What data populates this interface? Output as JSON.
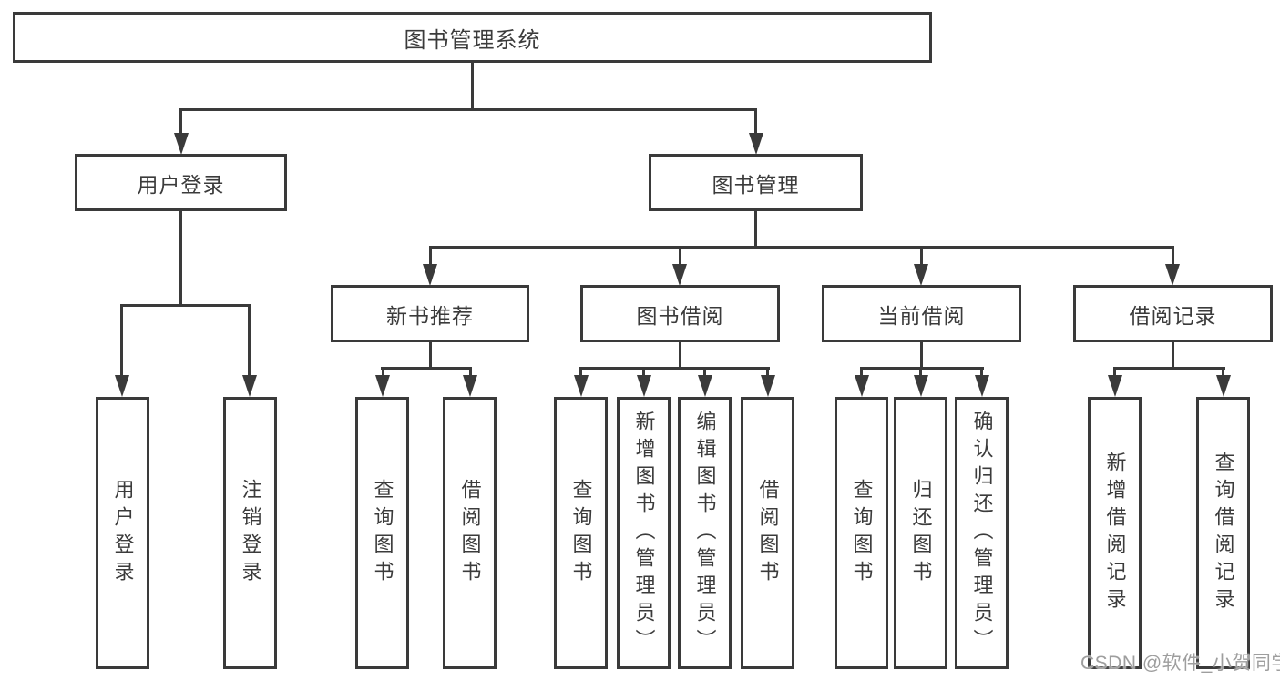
{
  "colors": {
    "line": "#3a3a3a",
    "box_border": "#3a3a3a",
    "box_background": "#ffffff",
    "text": "#3b3b3b",
    "page_background": "#ffffff",
    "watermark_text": "#9e9e9e"
  },
  "diagram": {
    "root": {
      "label": "图书管理系统"
    },
    "level2": [
      {
        "label": "用户登录",
        "children": [
          {
            "label": "用户登录"
          },
          {
            "label": "注销登录"
          }
        ]
      },
      {
        "label": "图书管理",
        "children": [
          {
            "label": "新书推荐",
            "children": [
              {
                "label": "查询图书"
              },
              {
                "label": "借阅图书"
              }
            ]
          },
          {
            "label": "图书借阅",
            "children": [
              {
                "label": "查询图书"
              },
              {
                "label": "新增图书（管理员）"
              },
              {
                "label": "编辑图书（管理员）"
              },
              {
                "label": "借阅图书"
              }
            ]
          },
          {
            "label": "当前借阅",
            "children": [
              {
                "label": "查询图书"
              },
              {
                "label": "归还图书"
              },
              {
                "label": "确认归还（管理员）"
              }
            ]
          },
          {
            "label": "借阅记录",
            "children": [
              {
                "label": "新增借阅记录"
              },
              {
                "label": "查询借阅记录"
              }
            ]
          }
        ]
      }
    ]
  },
  "watermark": {
    "text": "CSDN @软件_小贺同学"
  }
}
